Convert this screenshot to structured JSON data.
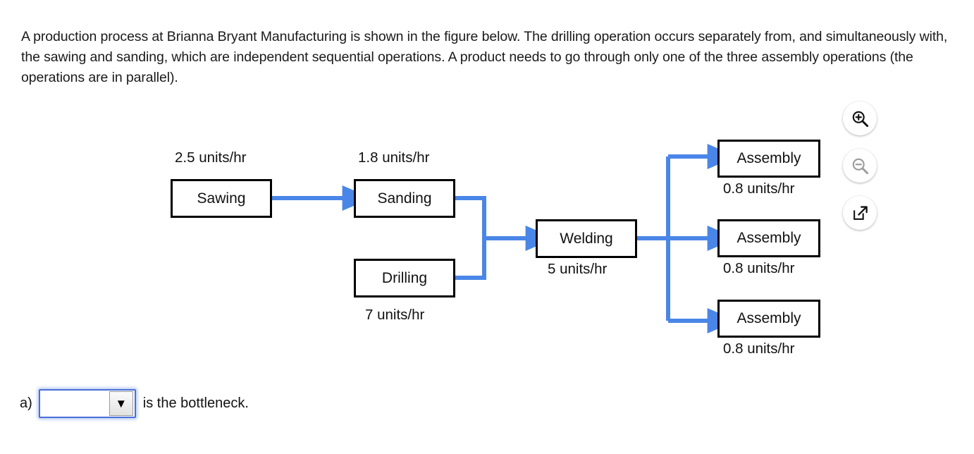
{
  "problem": {
    "statement": "A production process at Brianna Bryant Manufacturing is shown in the figure below. The drilling operation occurs separately from, and simultaneously with, the sawing and sanding, which are independent sequential operations. A product needs to go through only one of the three assembly operations (the operations are in parallel)."
  },
  "figure": {
    "accent_color": "#4a86e8",
    "box_border_color": "#000000",
    "nodes": [
      {
        "id": "sawing",
        "label": "Sawing",
        "rate": "2.5 units/hr",
        "rate_position": "above"
      },
      {
        "id": "sanding",
        "label": "Sanding",
        "rate": "1.8 units/hr",
        "rate_position": "above"
      },
      {
        "id": "drilling",
        "label": "Drilling",
        "rate": "7 units/hr",
        "rate_position": "below"
      },
      {
        "id": "welding",
        "label": "Welding",
        "rate": "5 units/hr",
        "rate_position": "below"
      },
      {
        "id": "assembly1",
        "label": "Assembly",
        "rate": "0.8 units/hr",
        "rate_position": "below"
      },
      {
        "id": "assembly2",
        "label": "Assembly",
        "rate": "0.8 units/hr",
        "rate_position": "below"
      },
      {
        "id": "assembly3",
        "label": "Assembly",
        "rate": "0.8 units/hr",
        "rate_position": "below"
      }
    ]
  },
  "tools": {
    "zoom_in": "zoom-in-icon",
    "zoom_out": "zoom-out-icon",
    "open_popup": "pop-out-icon"
  },
  "answer": {
    "part_label": "a)",
    "dropdown_value": "",
    "dropdown_arrow": "▼",
    "suffix": "is the bottleneck."
  }
}
